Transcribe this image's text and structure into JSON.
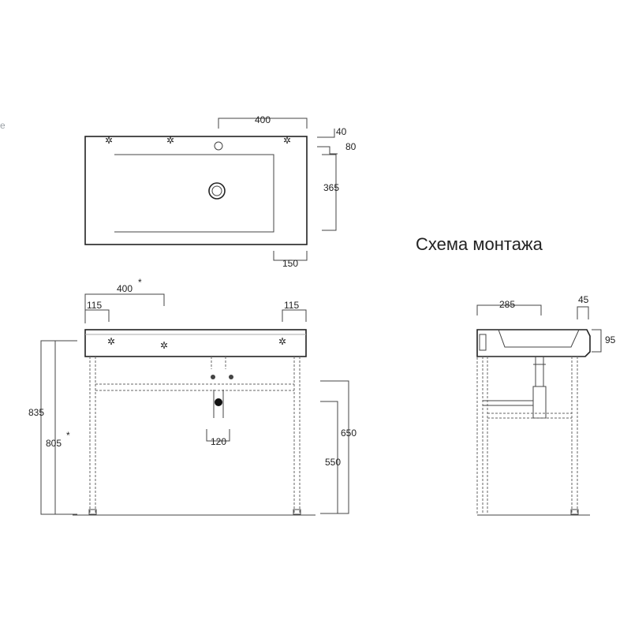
{
  "title": "Схема монтажа",
  "edge_glyph": "e",
  "top_view": {
    "width_dim": "400",
    "dim_40": "40",
    "dim_80": "80",
    "depth_dim": "365",
    "offset_dim": "150"
  },
  "front_view": {
    "half_dim": "400",
    "half_dim_mark": "*",
    "left_dim": "115",
    "right_dim": "115",
    "height_total": "835",
    "height_rim": "805",
    "height_rim_mark": "*",
    "drain_spacing": "120",
    "rail_height_upper": "650",
    "rail_height_lower": "550"
  },
  "side_view": {
    "depth_dim": "285",
    "dim_45": "45",
    "dim_95": "95"
  }
}
